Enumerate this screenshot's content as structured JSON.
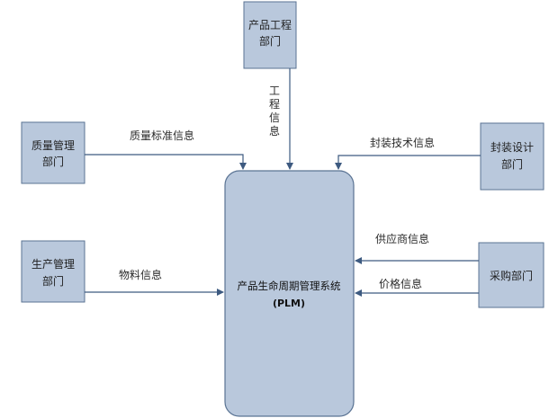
{
  "nodes": {
    "product_engineering": {
      "line1": "产品工程",
      "line2": "部门"
    },
    "quality_mgmt": {
      "line1": "质量管理",
      "line2": "部门"
    },
    "packaging_design": {
      "line1": "封装设计",
      "line2": "部门"
    },
    "production_mgmt": {
      "line1": "生产管理",
      "line2": "部门"
    },
    "procurement": {
      "line1": "采购部门"
    },
    "plm": {
      "line1": "产品生命周期管理系统",
      "line2": "(PLM)"
    }
  },
  "edges": {
    "engineering_info": {
      "chars": [
        "工",
        "程",
        "信",
        "息"
      ]
    },
    "quality_standard_info": {
      "label": "质量标准信息"
    },
    "packaging_tech_info": {
      "label": "封装技术信息"
    },
    "material_info": {
      "label": "物料信息"
    },
    "supplier_info": {
      "label": "供应商信息"
    },
    "price_info": {
      "label": "价格信息"
    }
  }
}
